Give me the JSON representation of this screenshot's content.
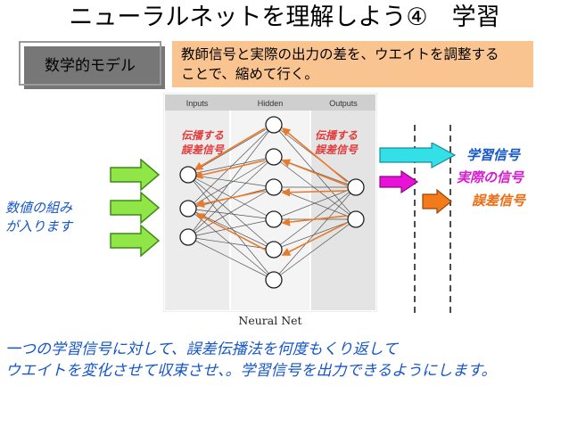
{
  "title": "ニューラルネットを理解しよう④　学習",
  "model_box": {
    "label": "数学的モデル"
  },
  "description": {
    "line1": "教師信号と実際の出力の差を、ウエイトを調整する",
    "line2": "ことで、縮めて行く。"
  },
  "network": {
    "column_headers": [
      "Inputs",
      "Hidden",
      "Outputs"
    ],
    "caption": "Neural Net",
    "propagate_label_left": {
      "line1": "伝播する",
      "line2": "誤差信号"
    },
    "propagate_label_right": {
      "line1": "伝播する",
      "line2": "誤差信号"
    }
  },
  "input_caption": {
    "line1": "数値の組み",
    "line2": "が入ります"
  },
  "legend": {
    "teacher_signal": "学習信号",
    "actual_signal": "実際の信号",
    "error_signal": "誤差信号"
  },
  "colors": {
    "input_arrow": "#8fe646",
    "teacher_arrow": "#33e0e6",
    "actual_arrow": "#e812d8",
    "error_arrow": "#f27a1a",
    "teacher_text": "#1556c9",
    "actual_text": "#d81ad0",
    "error_text": "#f06a10",
    "propagate_arrow": "#ea7a2a",
    "label_red": "#e23a3a",
    "description_bg": "#f9c490"
  },
  "bottom_text": {
    "line1": "一つの学習信号に対して、誤差伝播法を何度もくり返して",
    "line2": "ウエイトを変化させて収束させ、。学習信号を出力できるようにします。"
  }
}
